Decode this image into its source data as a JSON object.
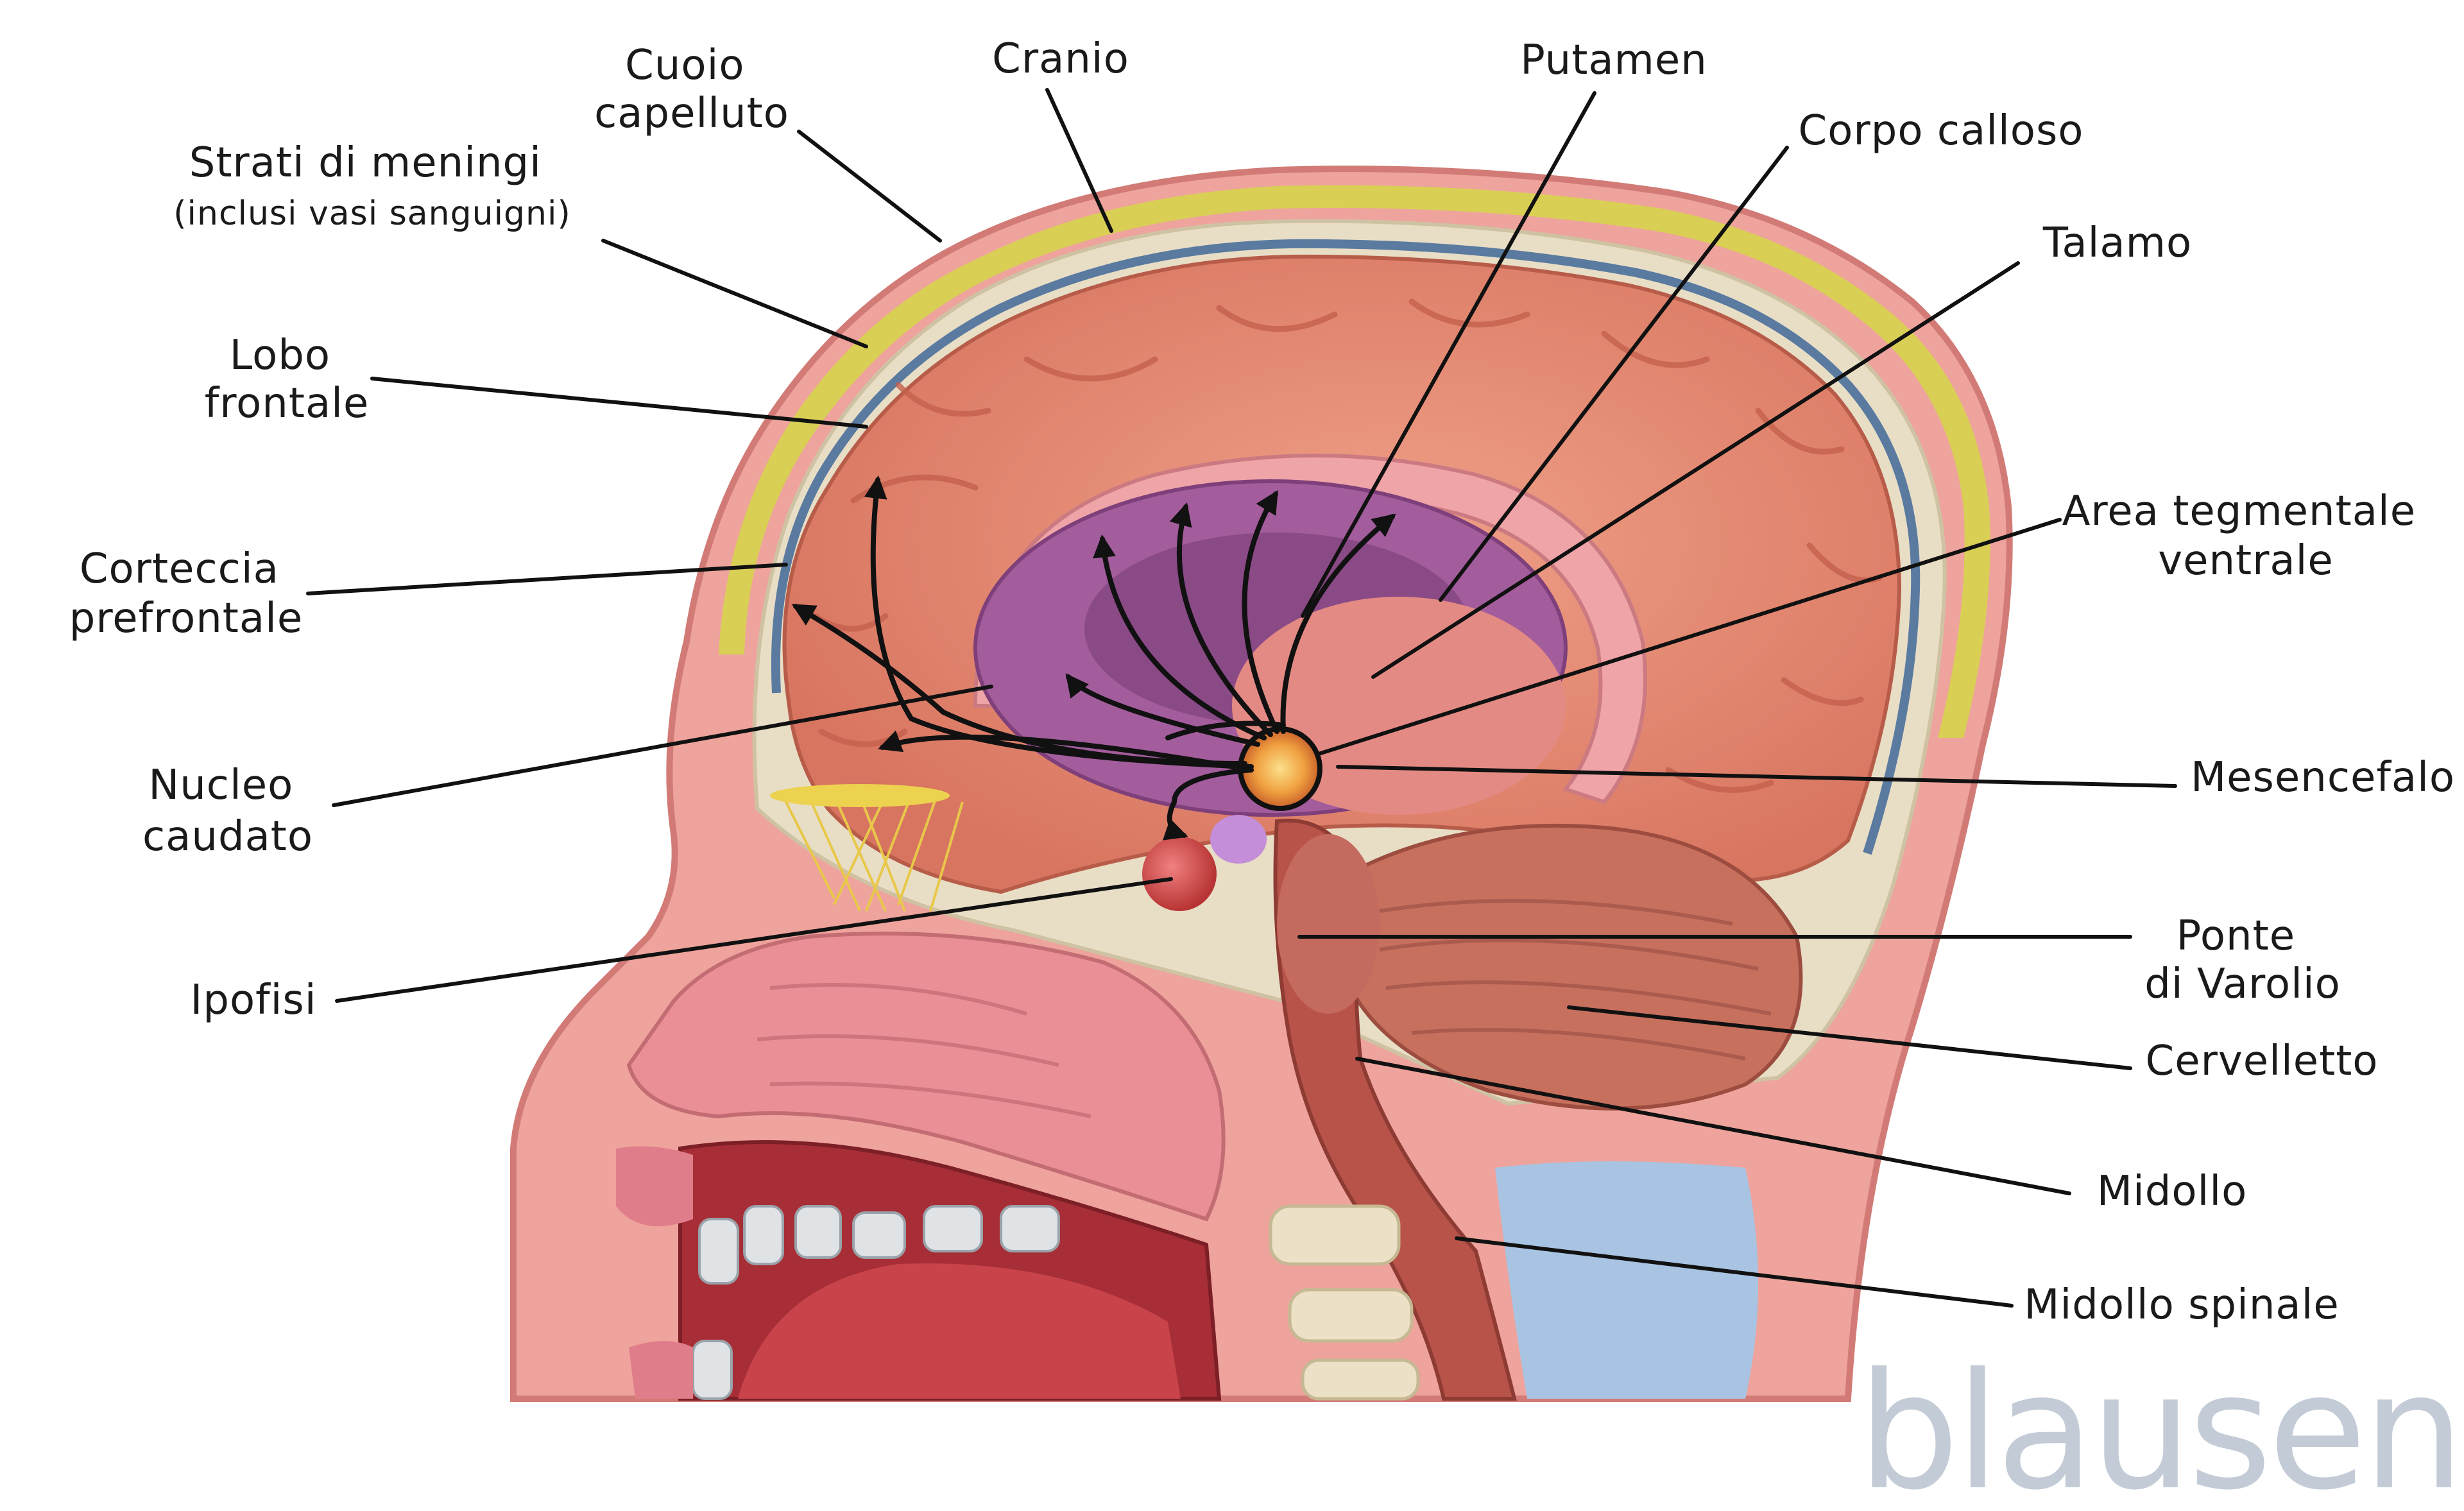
{
  "diagram": {
    "labels": {
      "cuoio": [
        "Cuoio",
        "capelluto"
      ],
      "cranio": [
        "Cranio"
      ],
      "putamen": [
        "Putamen"
      ],
      "corpo_calloso": [
        "Corpo calloso"
      ],
      "talamo": [
        "Talamo"
      ],
      "meningi": [
        "Strati di meningi",
        "(inclusi vasi sanguigni)"
      ],
      "lobo_frontale": [
        "Lobo",
        "frontale"
      ],
      "corteccia": [
        "Corteccia",
        "prefrontale"
      ],
      "area_tegmentale": [
        "Area tegmentale",
        "ventrale"
      ],
      "nucleo_caudato": [
        "Nucleo",
        "caudato"
      ],
      "mesencefalo": [
        "Mesencefalo"
      ],
      "ipofisi": [
        "Ipofisi"
      ],
      "ponte": [
        "Ponte",
        "di Varolio"
      ],
      "cervelletto": [
        "Cervelletto"
      ],
      "midollo": [
        "Midollo"
      ],
      "midollo_spinale": [
        "Midollo spinale"
      ]
    },
    "logo_text": "blausen",
    "colors": {
      "skin": "#e9958f",
      "scalp_fat": "#d8cf52",
      "skull": "#e6dcc2",
      "brain": "#e8876f",
      "brain_dark": "#c9604e",
      "dura": "#5a7aa0",
      "basal_ganglia": "#a35d9c",
      "cerebellum": "#c8705e",
      "nasal_tissue": "#e98f95",
      "csf_blue": "#a9c4e2",
      "vta_highlight": "#f0a040",
      "pituitary": "#d94c4c",
      "logo": "#c3ccd6"
    }
  }
}
